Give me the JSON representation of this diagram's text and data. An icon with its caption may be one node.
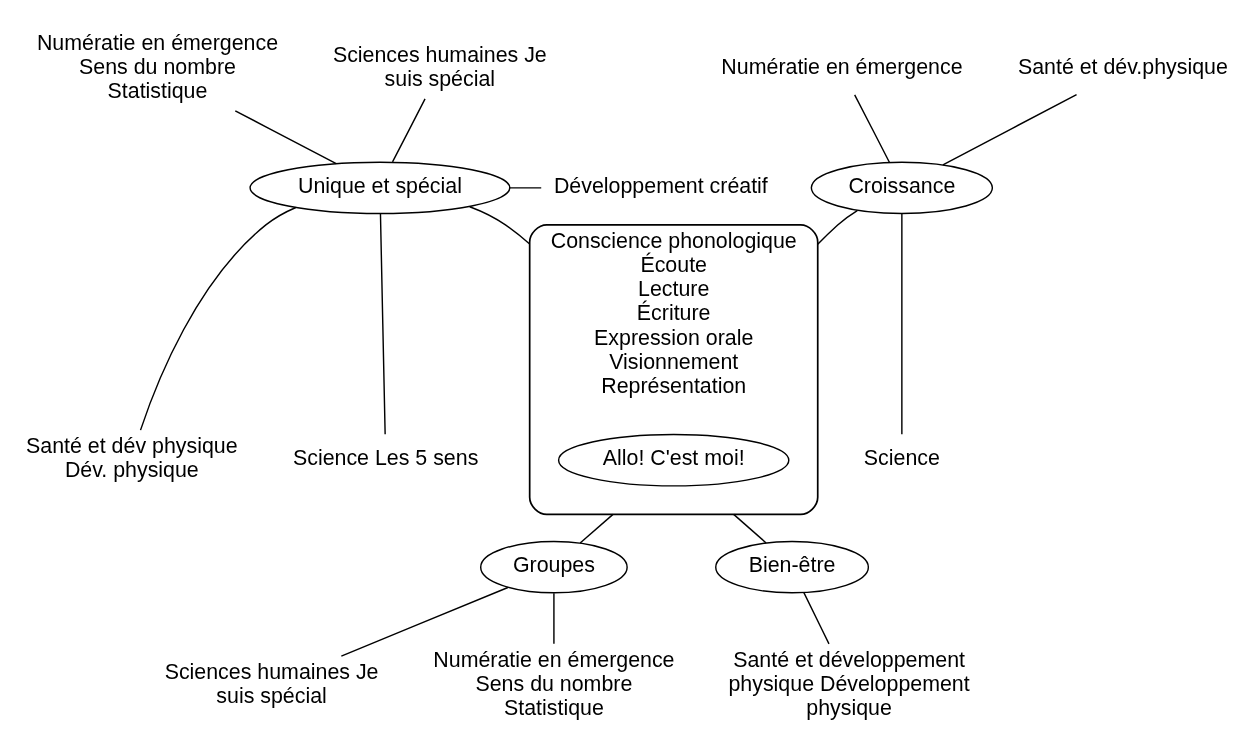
{
  "diagram": {
    "nodes": [
      {
        "text": [
          "Croissance"
        ]
      },
      {
        "text": [
          "Numératie en émergence"
        ]
      },
      {
        "text": [
          "Santé et dév.physique"
        ]
      },
      {
        "text": [
          "Science"
        ]
      },
      {
        "text": [
          "Unique et spécial"
        ]
      },
      {
        "text": [
          "Numératie en émergence Sens du nombre Statistique"
        ]
      },
      {
        "text": [
          "Sciences humaines Je suis spécial"
        ]
      },
      {
        "text": [
          "Développement créatif"
        ]
      },
      {
        "text": [
          "Santé et dév physique Dév. physique"
        ]
      },
      {
        "text": [
          "Science Les 5 sens"
        ]
      },
      {
        "text": [
          "Conscience phonologique",
          "Écoute",
          "Lecture",
          "Écriture",
          "Expression orale",
          "Visionnement",
          "Représentation"
        ]
      },
      {
        "text": [
          "Allo! C'est moi!"
        ],
        "in": 10
      },
      {
        "text": [
          "Groupes"
        ]
      },
      {
        "text": [
          "Sciences humaines Je suis spécial"
        ]
      },
      {
        "text": [
          "Numératie en émergence Sens du nombre Statistique"
        ]
      },
      {
        "text": [
          "Bien-être"
        ]
      },
      {
        "text": [
          "Santé et développement physique Développement physique"
        ]
      }
    ],
    "edges": [
      {
        "from": 0,
        "to": 10,
        "arrow": "none"
      },
      {
        "from": 4,
        "to": 10,
        "arrow": "none"
      },
      {
        "from": 12,
        "to": 10,
        "arrow": "none"
      },
      {
        "from": 15,
        "to": 10,
        "arrow": "none"
      },
      {
        "from": 0,
        "to": 1,
        "arrow": "none"
      },
      {
        "from": 0,
        "to": 2,
        "arrow": "none"
      },
      {
        "from": 0,
        "to": 3,
        "arrow": "none"
      },
      {
        "from": 4,
        "to": 5,
        "arrow": "none"
      },
      {
        "from": 4,
        "to": 6,
        "arrow": "none"
      },
      {
        "from": 4,
        "to": 7,
        "arrow": "none"
      },
      {
        "from": 4,
        "to": 8,
        "arrow": "none"
      },
      {
        "from": 4,
        "to": 9,
        "arrow": "none"
      },
      {
        "from": 12,
        "to": 13,
        "arrow": "none"
      },
      {
        "from": 12,
        "to": 14,
        "arrow": "none"
      },
      {
        "from": 15,
        "to": 16,
        "arrow": "none"
      }
    ]
  }
}
